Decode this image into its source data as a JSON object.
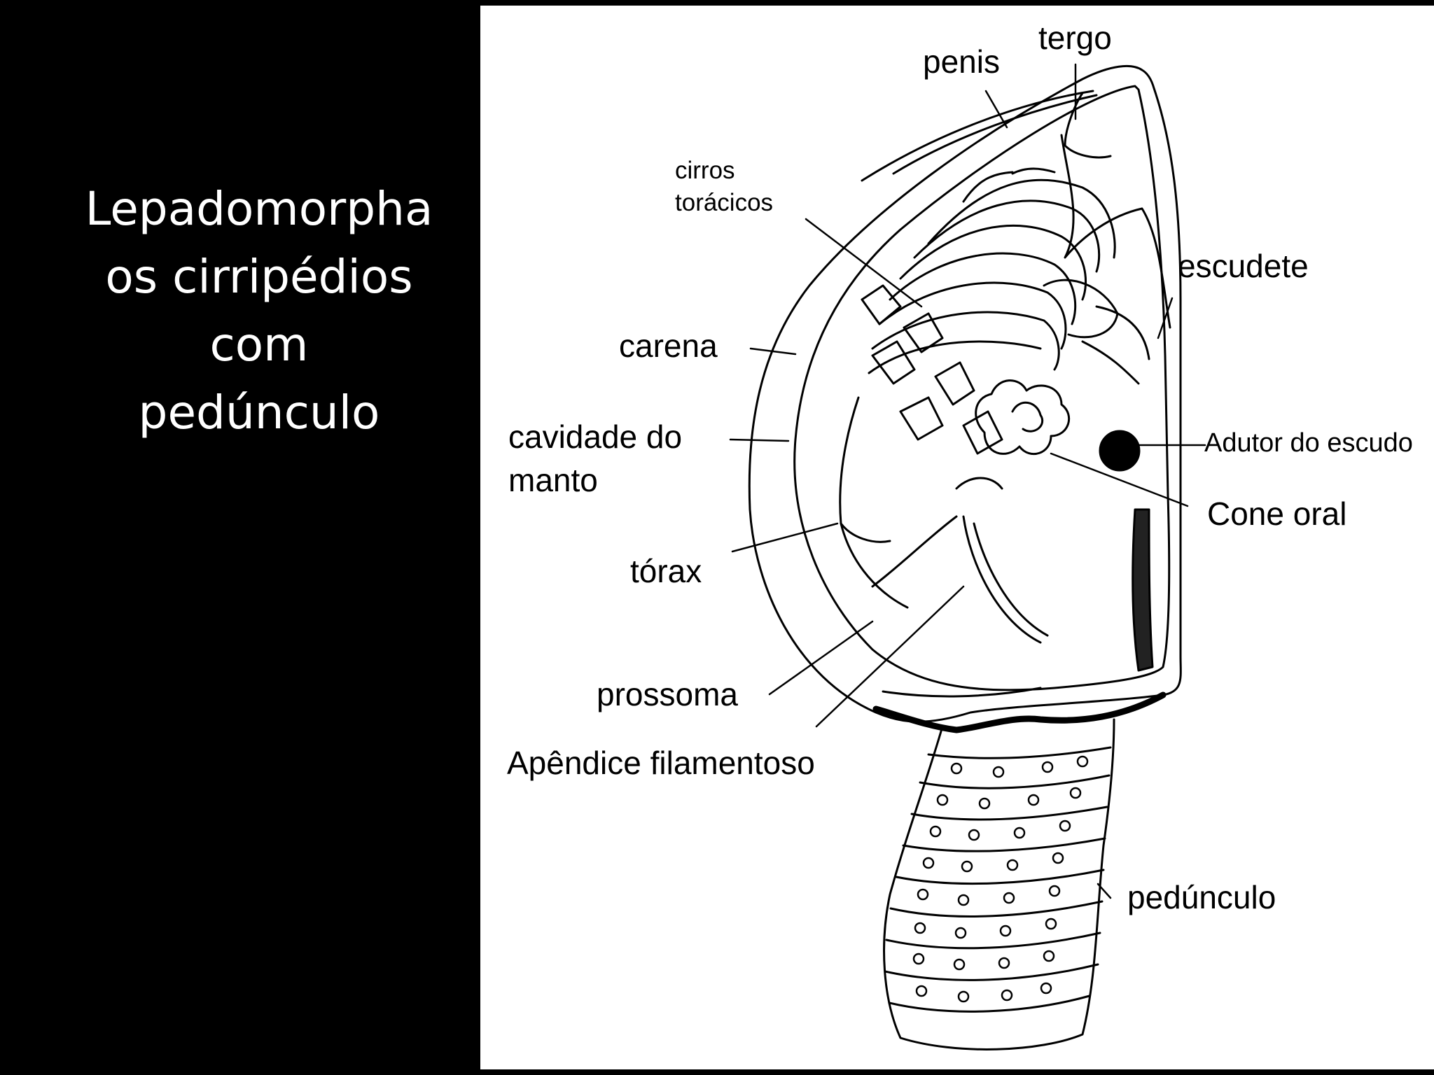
{
  "slide": {
    "title_lines": [
      "Lepadomorpha",
      "os cirripédios",
      "com",
      "pedúnculo"
    ],
    "background_color": "#000000",
    "panel_color": "#ffffff",
    "ink_color": "#000000"
  },
  "diagram": {
    "subject": "barnacle-with-peduncle",
    "labels": {
      "tergo": "tergo",
      "penis": "penis",
      "cirros_line1": "cirros",
      "cirros_line2": "torácicos",
      "escudete": "escudete",
      "carena": "carena",
      "cavidade_line1": "cavidade do",
      "cavidade_line2": "manto",
      "adutor": "Adutor do escudo",
      "cone_oral": "Cone oral",
      "torax": "tórax",
      "prossoma": "prossoma",
      "apendice": "Apêndice filamentoso",
      "peduncle": "pedúnculo"
    }
  }
}
